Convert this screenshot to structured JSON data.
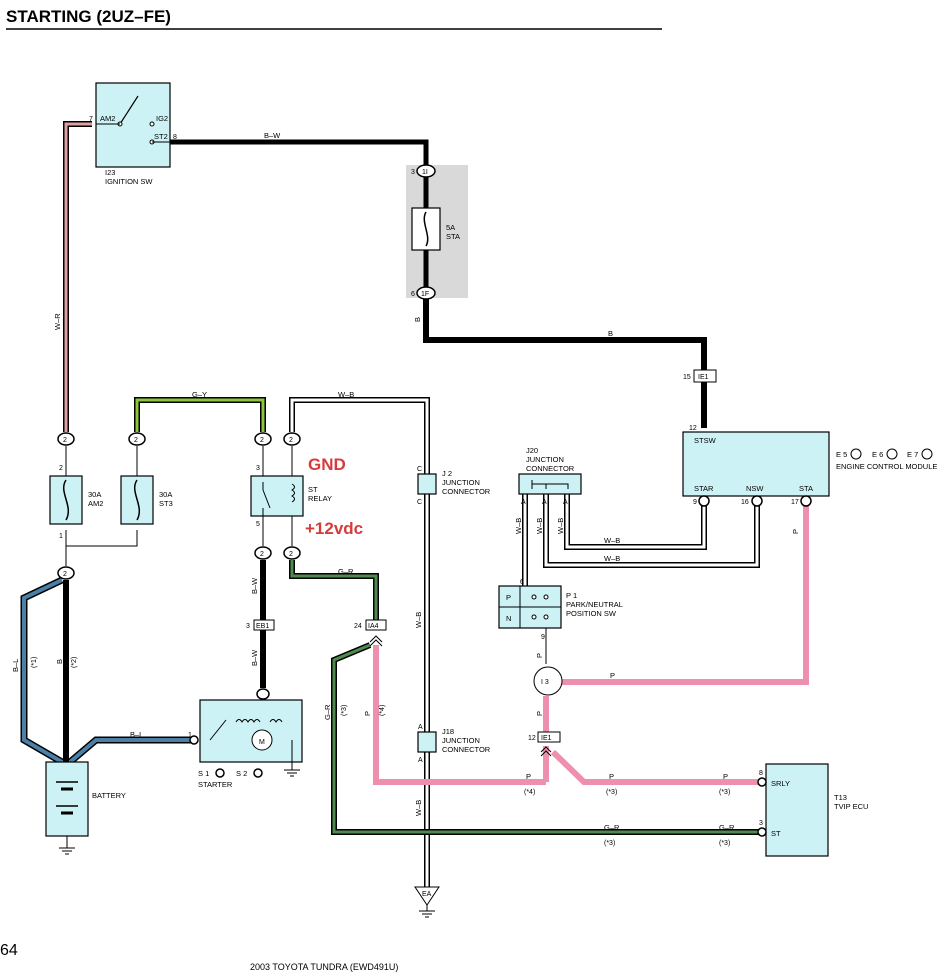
{
  "header": {
    "title": "STARTING (2UZ–FE)"
  },
  "footer": {
    "page_number": "64",
    "document": "2003 TOYOTA TUNDRA (EWD491U)"
  },
  "annotations": {
    "gnd": "GND",
    "plus12": "+12vdc"
  },
  "colors": {
    "black_wire": "#000000",
    "white_red_wire": "#e0a0a0",
    "green_yellow_wire": "#8cc63f",
    "blue_wire": "#4a80a8",
    "pink_wire": "#ee8fae",
    "green_red_wire": "#4f8a4f",
    "component_fill": "#cdf2f5",
    "shade": "#d9d9d9",
    "annotation_red": "#d63c3c"
  },
  "components": {
    "ignition": {
      "code": "I23",
      "name": "IGNITION SW",
      "am2": "AM2",
      "ig2": "IG2",
      "st2": "ST2",
      "pin_am2": "7",
      "pin_st2": "8"
    },
    "sta_fuse": {
      "rating": "5A",
      "name": "STA",
      "pin_in": "3",
      "pin_out": "6",
      "conn_in": "1I",
      "conn_out": "1F"
    },
    "fuse_am2": {
      "rating": "30A",
      "name": "AM2",
      "pin_top": "2",
      "pin_bot": "1"
    },
    "fuse_st3": {
      "rating": "30A",
      "name": "ST3"
    },
    "st_relay": {
      "name1": "ST",
      "name2": "RELAY",
      "pin3": "3",
      "pin5": "5"
    },
    "j2": {
      "code": "J 2",
      "name1": "JUNCTION",
      "name2": "CONNECTOR",
      "pin": "C"
    },
    "j18": {
      "code": "J18",
      "name1": "JUNCTION",
      "name2": "CONNECTOR",
      "pin": "A"
    },
    "j20": {
      "code": "J20",
      "name1": "JUNCTION",
      "name2": "CONNECTOR",
      "pin": "A"
    },
    "ecm": {
      "pin_stsw": "12",
      "stsw": "STSW",
      "star": "STAR",
      "nsw": "NSW",
      "sta": "STA",
      "pin_star": "9",
      "pin_nsw": "16",
      "pin_sta": "17",
      "refs": [
        "E 5",
        "E 6",
        "E 7"
      ],
      "name": "ENGINE CONTROL MODULE"
    },
    "pn_switch": {
      "code": "P 1",
      "name1": "PARK/NEUTRAL",
      "name2": "POSITION SW",
      "p": "P",
      "n": "N",
      "pin_top": "6",
      "pin_bot": "9"
    },
    "battery": {
      "name": "BATTERY"
    },
    "starter": {
      "name": "STARTER",
      "s1": "S 1",
      "s2": "S 2",
      "pin": "1",
      "motor": "M"
    },
    "tvip": {
      "code": "T13",
      "name": "TVIP ECU",
      "srly": "SRLY",
      "st": "ST",
      "pin_srly": "8",
      "pin_st": "3"
    },
    "i3": {
      "name": "I 3"
    },
    "ea": {
      "name": "EA"
    }
  },
  "connectors": {
    "ie1_top": {
      "code": "IE1",
      "pin": "15"
    },
    "eb1": {
      "code": "EB1",
      "pin": "3"
    },
    "ia4": {
      "code": "IA4",
      "pin": "24"
    },
    "ie1_mid": {
      "code": "IE1",
      "pin": "12"
    },
    "conn_2": "2"
  },
  "wires": {
    "b_w": "B–W",
    "w_r": "W–R",
    "b": "B",
    "g_y": "G–Y",
    "w_b": "W–B",
    "b_l": "B–L",
    "g_r": "G–R",
    "p": "P"
  },
  "notes": {
    "n1": "(*1)",
    "n2": "(*2)",
    "n3": "(*3)",
    "n4": "(*4)"
  }
}
